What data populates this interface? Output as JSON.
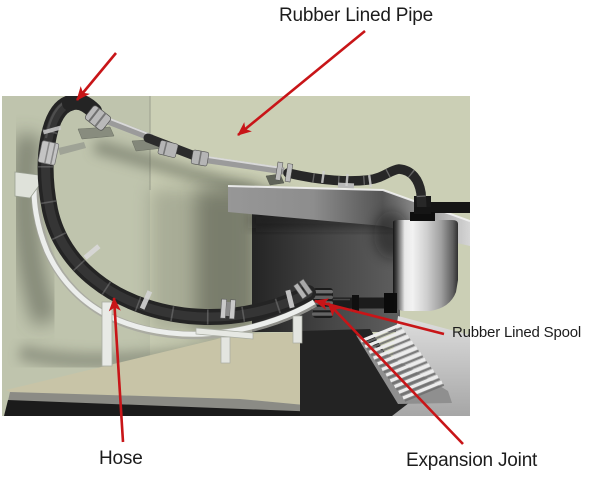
{
  "figure": {
    "annotations": {
      "rubber_lined_pipe": "Rubber Lined Pipe",
      "hose": "Hose",
      "expansion_joint": "Expansion Joint",
      "rubber_lined_spool": "Rubber Lined Spool"
    },
    "colors": {
      "arrow_red": "#c81518",
      "label_text": "#1c1c1c",
      "wall_green": "#cbcfb5",
      "left_wall_green": "#b9bda8",
      "floor_tan": "#c8c4a7",
      "hose_black": "#262626",
      "pipe_metal_gray": "#9b9b9b",
      "platform_gray": "#8d8d8d",
      "background_white": "#ffffff"
    }
  }
}
